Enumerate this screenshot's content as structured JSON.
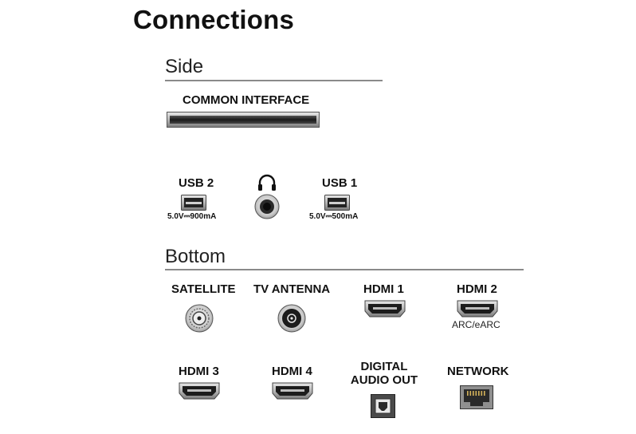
{
  "title": "Connections",
  "side": {
    "heading": "Side",
    "common_interface": "COMMON INTERFACE",
    "usb2": {
      "label": "USB 2",
      "rating": "5.0V⎓900mA"
    },
    "headphones_icon": "headphones-icon",
    "usb1": {
      "label": "USB 1",
      "rating": "5.0V⎓500mA"
    }
  },
  "bottom": {
    "heading": "Bottom",
    "satellite": "SATELLITE",
    "tv_antenna": "TV ANTENNA",
    "hdmi1": "HDMI 1",
    "hdmi2": "HDMI 2",
    "hdmi2_sub": "ARC/eARC",
    "hdmi3": "HDMI 3",
    "hdmi4": "HDMI 4",
    "digital_audio_line1": "DIGITAL",
    "digital_audio_line2": "AUDIO OUT",
    "network": "NETWORK"
  }
}
